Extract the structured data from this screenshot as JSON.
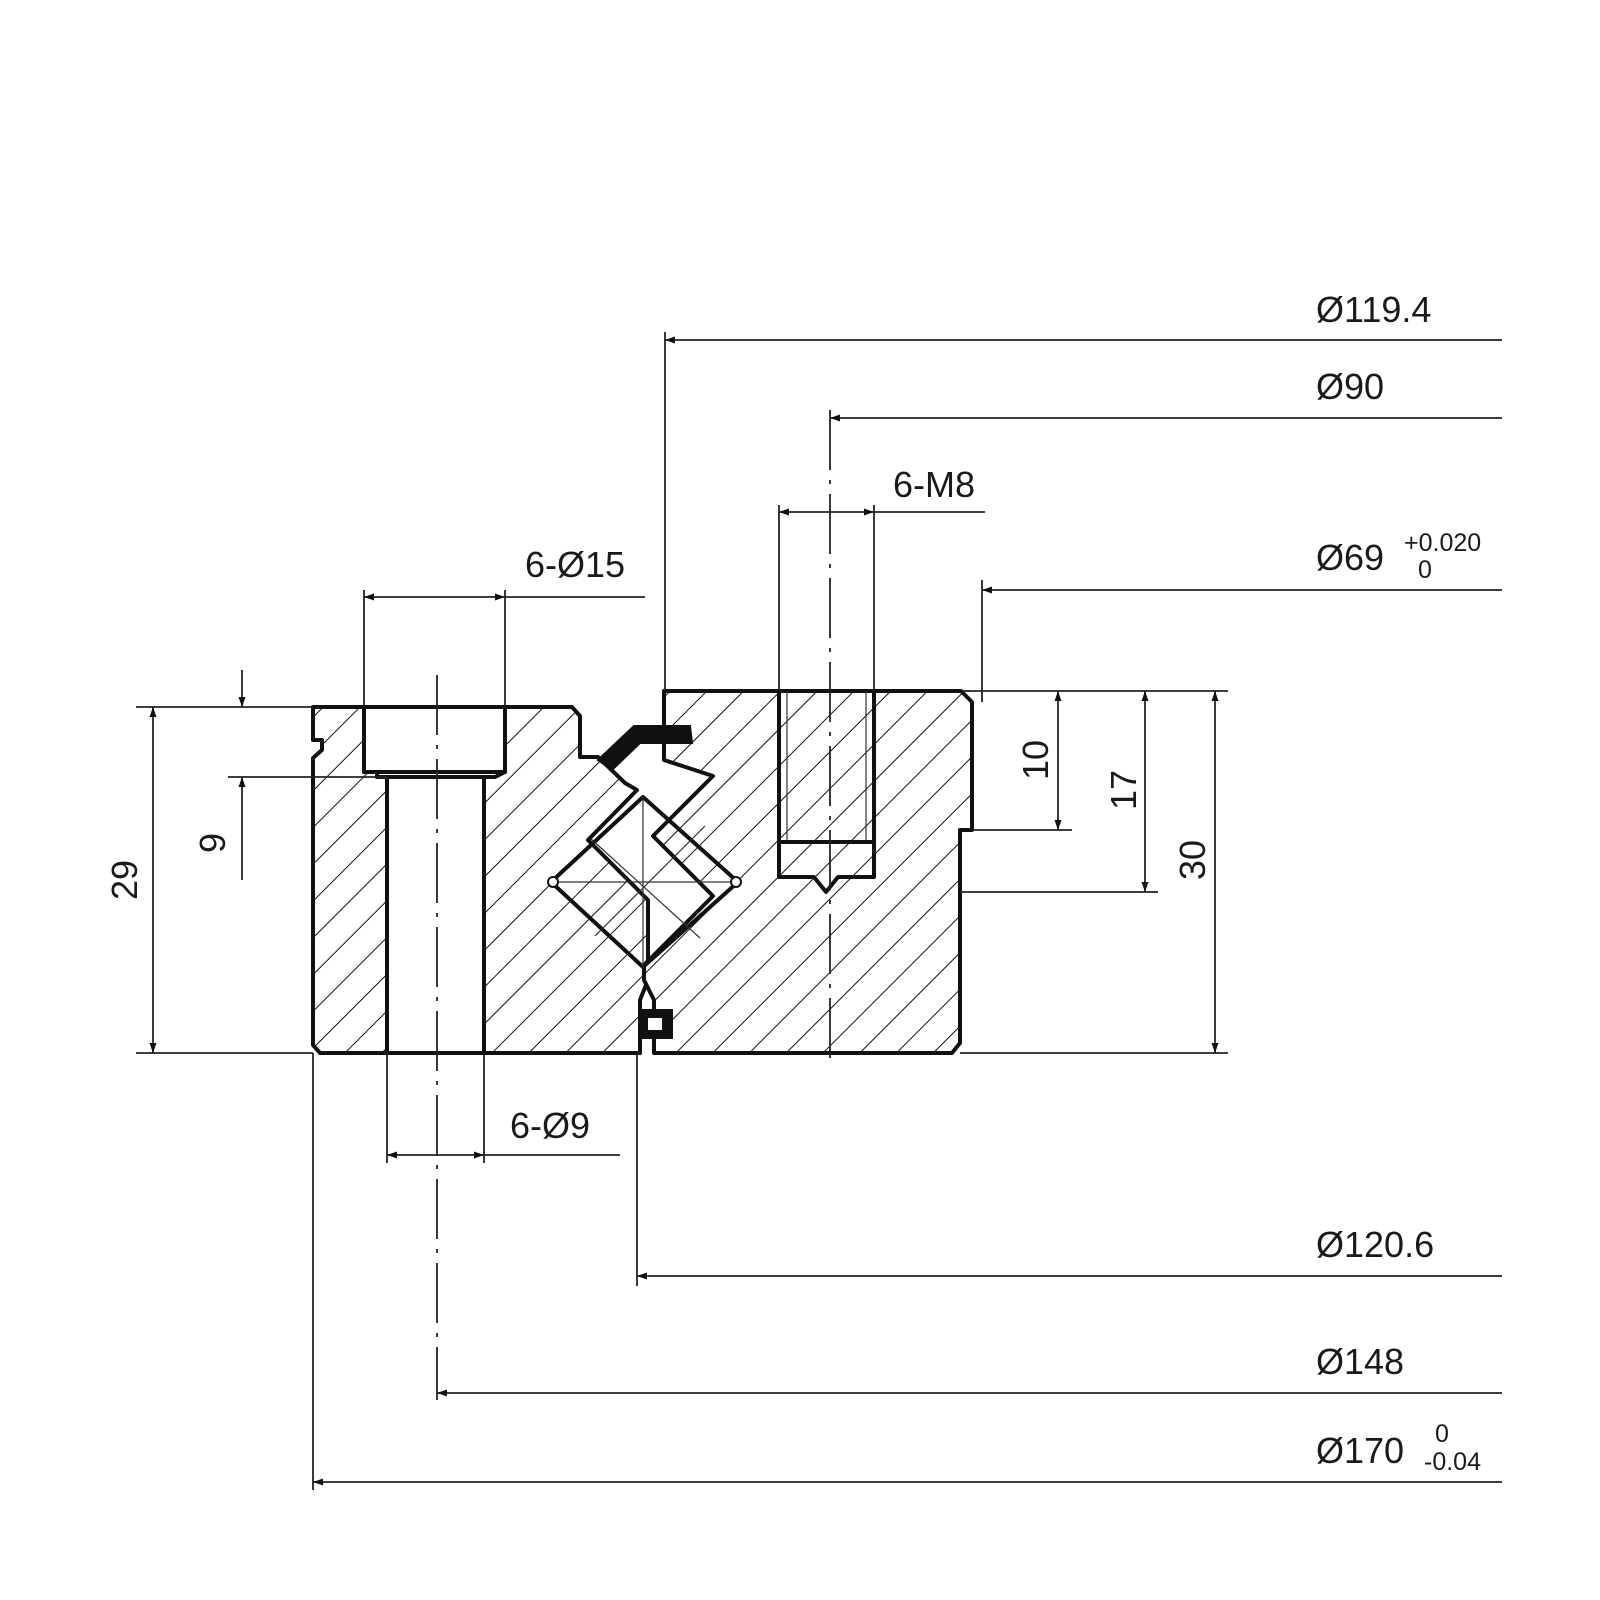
{
  "dimensions": {
    "d_119_4": "Ø119.4",
    "d_90": "Ø90",
    "m8": "6-M8",
    "d_69": "Ø69",
    "d_69_tol_upper": "+0.020",
    "d_69_tol_lower": "0",
    "d_15": "6-Ø15",
    "d_9": "6-Ø9",
    "d_120_6": "Ø120.6",
    "d_148": "Ø148",
    "d_170": "Ø170",
    "d_170_tol_upper": "0",
    "d_170_tol_lower": "-0.04",
    "h_29": "29",
    "h_9": "9",
    "h_10": "10",
    "h_17": "17",
    "h_30": "30"
  }
}
